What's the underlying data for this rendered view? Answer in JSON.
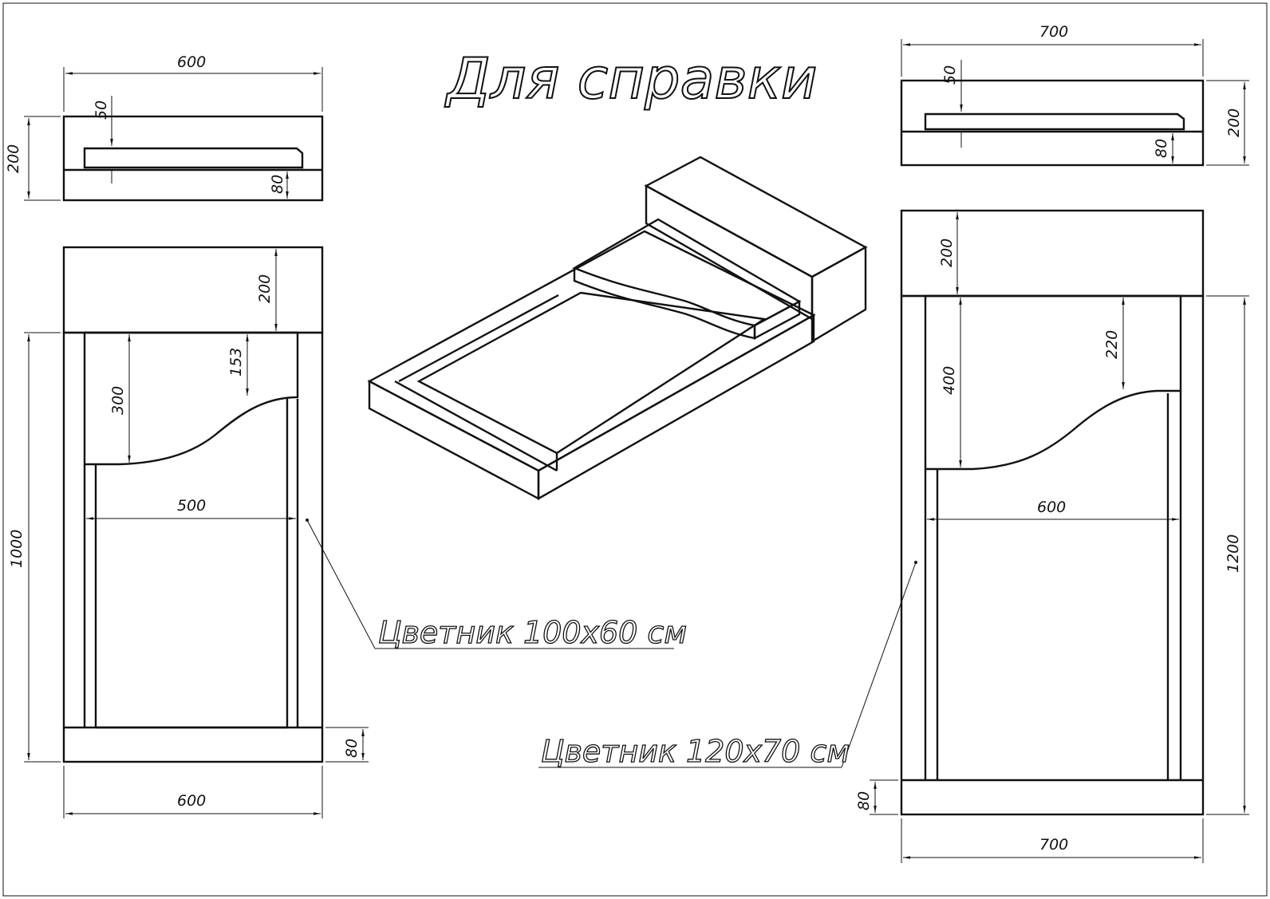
{
  "title": "Для справки",
  "callouts": {
    "small": "Цветник 100x60 см",
    "large": "Цветник 120x70 см"
  },
  "small_side_view": {
    "width_label": "600",
    "height_label": "200",
    "slab_thickness_label": "50",
    "base_thickness_label": "80"
  },
  "small_plan_view": {
    "headstone_depth_label": "200",
    "total_length_label": "1000",
    "slab_length_label": "300",
    "slab_cut_label": "153",
    "inner_width_label": "500",
    "bottom_bar_label": "80",
    "total_width_label": "600"
  },
  "large_side_view": {
    "width_label": "700",
    "height_label": "200",
    "slab_thickness_label": "50",
    "base_thickness_label": "80"
  },
  "large_plan_view": {
    "headstone_depth_label": "200",
    "slab_length_label": "400",
    "slab_cut_label": "220",
    "inner_width_label": "600",
    "total_length_label": "1200",
    "bottom_bar_label": "80",
    "total_width_label": "700"
  },
  "colors": {
    "line": "#111111",
    "background": "#ffffff"
  }
}
